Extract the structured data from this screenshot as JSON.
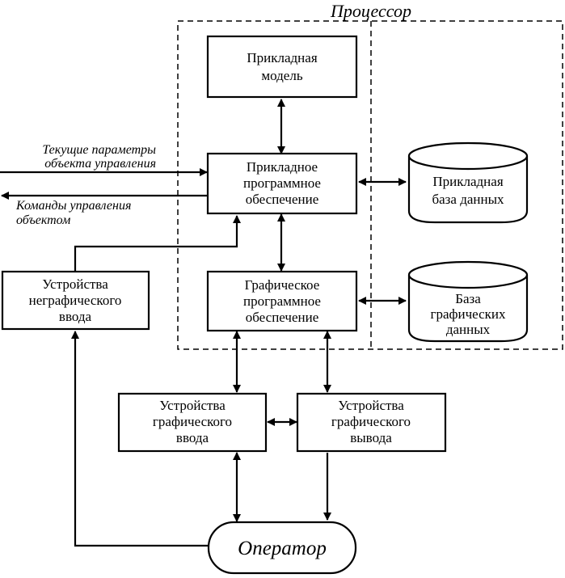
{
  "processor": {
    "title": "Процессор"
  },
  "blocks": {
    "app_model": [
      "Прикладная",
      "модель"
    ],
    "app_software": [
      "Прикладное",
      "программное",
      "обеспечение"
    ],
    "graphics_software": [
      "Графическое",
      "программное",
      "обеспечение"
    ],
    "nongraphic_input": [
      "Устройства",
      "неграфического",
      "ввода"
    ],
    "graphic_input": [
      "Устройства",
      "графического",
      "ввода"
    ],
    "graphic_output": [
      "Устройства",
      "графического",
      "вывода"
    ],
    "app_database": [
      "Прикладная",
      "база данных"
    ],
    "graphics_database": [
      "База",
      "графических",
      "данных"
    ],
    "operator": [
      "Оператор"
    ]
  },
  "signals": {
    "current_params": [
      "Текущие параметры",
      "объекта управления"
    ],
    "control_commands": [
      "Команды управления",
      "объектом"
    ]
  }
}
